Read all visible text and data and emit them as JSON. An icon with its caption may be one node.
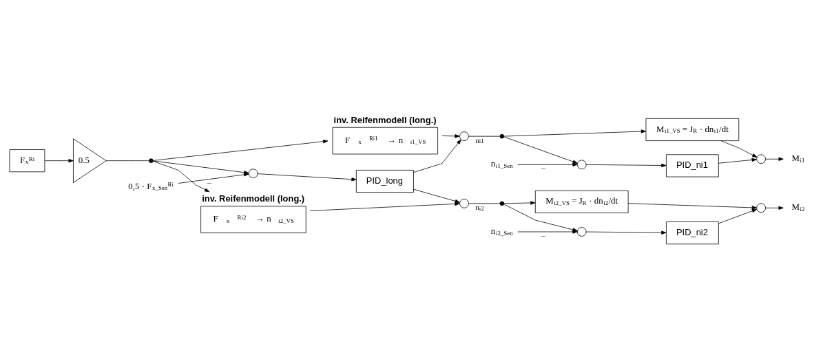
{
  "diagram": {
    "nodes": [
      {
        "text": [
          "F$_{x}$$^{Ri}$"
        ]
      },
      {
        "text": [
          "0.5"
        ]
      },
      {
        "text": [],
        "shape": "dot"
      },
      {
        "text": [
          "inv. Reifenmodell (long.)",
          "F$_{x}$$^{Ri1}$ → n$_{i1_VS}$"
        ]
      },
      {
        "text": [],
        "shape": "circle"
      },
      {
        "text": [
          "0,5 · F$_{x_Sen}$$^{Ri}$"
        ]
      },
      {
        "text": [
          "PID_long"
        ]
      },
      {
        "text": [
          "inv. Reifenmodell (long.)",
          "F$_{x}$$^{Ri2}$ → n$_{i2_VS}$"
        ]
      },
      {
        "text": [],
        "shape": "circle"
      },
      {
        "text": [],
        "shape": "circle"
      },
      {
        "text": [],
        "shape": "dot"
      },
      {
        "text": [
          "M$_{i1_VS}$ = J$_{R}$ · dn$_{i1}$/dt"
        ]
      },
      {
        "text": [],
        "shape": "circle"
      },
      {
        "text": [
          "n$_{i1_Sen}$"
        ]
      },
      {
        "text": [
          "PID_ni1"
        ]
      },
      {
        "text": [],
        "shape": "circle"
      },
      {
        "text": [
          "M$_{i1}$"
        ]
      },
      {
        "text": [],
        "shape": "dot"
      },
      {
        "text": [
          "M$_{i2_VS}$ = J$_{R}$ · dn$_{i2}$/dt"
        ]
      },
      {
        "text": [],
        "shape": "circle"
      },
      {
        "text": [
          "n$_{i2_Sen}$"
        ]
      },
      {
        "text": [
          "PID_ni2"
        ]
      },
      {
        "text": [],
        "shape": "circle"
      },
      {
        "text": [
          "M$_{i2}$"
        ]
      }
    ],
    "edges": [
      {
        "from": 0,
        "to": 1,
        "arrow": "to"
      },
      {
        "from": 1,
        "to": 2,
        "arrow": "none"
      },
      {
        "from": 2,
        "to": 3,
        "arrow": "to"
      },
      {
        "from": 2,
        "to": 4,
        "arrow": "to"
      },
      {
        "from": 2,
        "to": 7,
        "arrow": "to"
      },
      {
        "from": 5,
        "to": 4,
        "arrow": "to",
        "label": "–"
      },
      {
        "from": 4,
        "to": 6,
        "arrow": "to"
      },
      {
        "from": 3,
        "to": 8,
        "arrow": "to"
      },
      {
        "from": 6,
        "to": 8,
        "arrow": "to"
      },
      {
        "from": 6,
        "to": 9,
        "arrow": "to"
      },
      {
        "from": 7,
        "to": 9,
        "arrow": "to"
      },
      {
        "from": 8,
        "to": 10,
        "arrow": "none",
        "label": "n$_{i1}$"
      },
      {
        "from": 10,
        "to": 11,
        "arrow": "to"
      },
      {
        "from": 10,
        "to": 12,
        "arrow": "to"
      },
      {
        "from": 13,
        "to": 12,
        "arrow": "to",
        "label": "–"
      },
      {
        "from": 12,
        "to": 14,
        "arrow": "to"
      },
      {
        "from": 11,
        "to": 15,
        "arrow": "to"
      },
      {
        "from": 14,
        "to": 15,
        "arrow": "to"
      },
      {
        "from": 15,
        "to": 16,
        "arrow": "to"
      },
      {
        "from": 9,
        "to": 17,
        "arrow": "none",
        "label": "n$_{i2}$"
      },
      {
        "from": 17,
        "to": 18,
        "arrow": "to"
      },
      {
        "from": 17,
        "to": 19,
        "arrow": "to"
      },
      {
        "from": 20,
        "to": 19,
        "arrow": "to",
        "label": "–"
      },
      {
        "from": 19,
        "to": 21,
        "arrow": "to"
      },
      {
        "from": 18,
        "to": 22,
        "arrow": "to"
      },
      {
        "from": 21,
        "to": 22,
        "arrow": "to"
      },
      {
        "from": 22,
        "to": 23,
        "arrow": "to"
      }
    ]
  }
}
